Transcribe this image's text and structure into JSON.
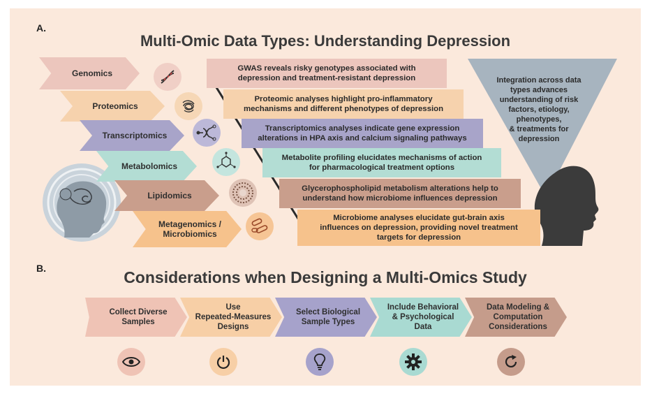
{
  "sectionA": {
    "label": "A.",
    "title": "Multi-Omic Data Types: Understanding Depression",
    "omics": [
      {
        "label": "Genomics",
        "color": "#ecc6bd"
      },
      {
        "label": "Proteomics",
        "color": "#f6d2ad"
      },
      {
        "label": "Transcriptomics",
        "color": "#a8a4c9"
      },
      {
        "label": "Metabolomics",
        "color": "#b3ddd4"
      },
      {
        "label": "Lipidomics",
        "color": "#c99e8c"
      },
      {
        "label": "Metagenomics /\nMicrobiomics",
        "color": "#f6c28c"
      }
    ],
    "icons": [
      "dna-icon",
      "protein-icon",
      "transcription-icon",
      "molecule-icon",
      "lipid-icon",
      "bacteria-icon"
    ],
    "findings": [
      "GWAS reveals risky genotypes associated with\ndepression and treatment-resistant depression",
      "Proteomic analyses highlight pro-inflammatory\nmechanisms and different phenotypes of depression",
      "Transcriptomics analyses indicate gene expression\nalterations in HPA axis and calcium signaling pathways",
      "Metabolite profiling elucidates mechanisms of action\nfor pharmacological treatment options",
      "Glycerophospholipid metabolism alterations help to\nunderstand how microbiome influences depression",
      "Microbiome analyses elucidate gut-brain axis\ninfluences on depression, providing novel treatment\ntargets for depression"
    ],
    "integration": "Integration across data\ntypes advances\nunderstanding of risk\nfactors, etiology,\nphenotypes,\n& treatments for\ndepression"
  },
  "sectionB": {
    "label": "B.",
    "title": "Considerations when Designing a Multi-Omics Study",
    "steps": [
      {
        "label": "Collect Diverse\nSamples",
        "color": "#efc3b5",
        "icon": "eye-icon"
      },
      {
        "label": "Use\nRepeated-Measures\nDesigns",
        "color": "#f7cfa6",
        "icon": "power-icon"
      },
      {
        "label": "Select Biological\nSample Types",
        "color": "#a6a2cb",
        "icon": "lightbulb-icon"
      },
      {
        "label": "Include Behavioral\n& Psychological\nData",
        "color": "#a9dad2",
        "icon": "gear-icon"
      },
      {
        "label": "Data Modeling &\nComputation\nConsiderations",
        "color": "#c59c8b",
        "icon": "refresh-icon"
      }
    ]
  }
}
